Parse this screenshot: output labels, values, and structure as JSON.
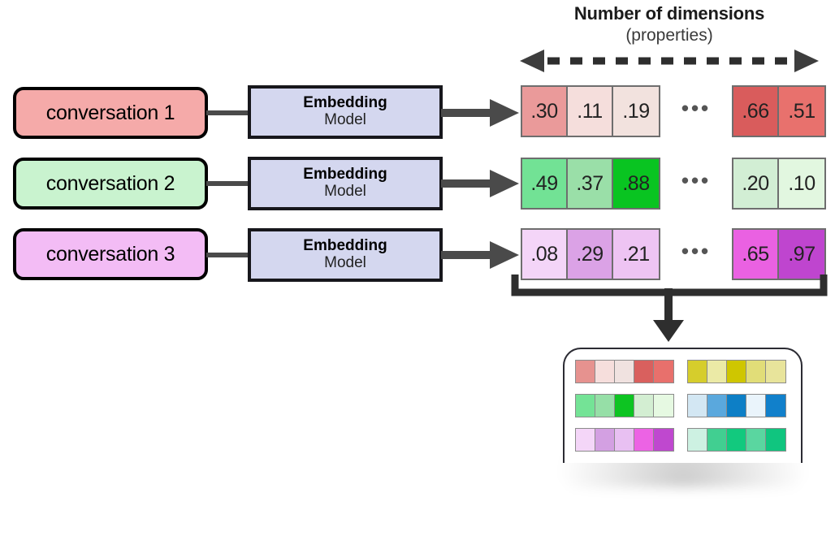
{
  "header": {
    "title": "Number of dimensions",
    "subtitle": "(properties)",
    "arrow_icon": "double-headed-dashed-arrow-icon"
  },
  "model_box": {
    "line1": "Embedding",
    "line2": "Model"
  },
  "rows": [
    {
      "id": "row-1",
      "conversation_label": "conversation 1",
      "conversation_fill": "#f5aaa9",
      "left_values": [
        ".30",
        ".11",
        ".19"
      ],
      "left_fills": [
        "#ea9a9a",
        "#f5dedc",
        "#f2e2de"
      ],
      "ellipsis": "•••",
      "right_values": [
        ".66",
        ".51"
      ],
      "right_fills": [
        "#d95c5c",
        "#e8716d"
      ]
    },
    {
      "id": "row-2",
      "conversation_label": "conversation 2",
      "conversation_fill": "#c9f3cf",
      "left_values": [
        ".49",
        ".37",
        ".88"
      ],
      "left_fills": [
        "#72e295",
        "#9adfa8",
        "#09c421"
      ],
      "ellipsis": "•••",
      "right_values": [
        ".20",
        ".10"
      ],
      "right_fills": [
        "#d2eed4",
        "#e2f7e0"
      ]
    },
    {
      "id": "row-3",
      "conversation_label": "conversation 3",
      "conversation_fill": "#f3bcf5",
      "left_values": [
        ".08",
        ".29",
        ".21"
      ],
      "left_fills": [
        "#f4d5f8",
        "#dba2e6",
        "#eec4f3"
      ],
      "ellipsis": "•••",
      "right_values": [
        ".65",
        ".97"
      ],
      "right_fills": [
        "#ea61e2",
        "#bf45cf"
      ]
    }
  ],
  "store": {
    "name": "vector-store-card",
    "rows": [
      {
        "left": [
          "#e6928f",
          "#f6dedc",
          "#f0e2e0",
          "#d9605e",
          "#e8706c"
        ],
        "right": [
          "#d6cd2c",
          "#ebeaa6",
          "#cfc600",
          "#e1dd78",
          "#e8e49b"
        ]
      },
      {
        "left": [
          "#74e396",
          "#96dfa7",
          "#0dc422",
          "#d3eed2",
          "#e6f9e2"
        ],
        "right": [
          "#d3e7f3",
          "#5aa8dd",
          "#0d7fc6",
          "#eaf4fb",
          "#1180cb"
        ]
      },
      {
        "left": [
          "#f4d6f8",
          "#d3a0e2",
          "#e8c0f2",
          "#ec63e4",
          "#bf48cf"
        ],
        "right": [
          "#cdf1e2",
          "#41cf91",
          "#12c97e",
          "#5ad6a0",
          "#10c57f"
        ]
      }
    ]
  }
}
